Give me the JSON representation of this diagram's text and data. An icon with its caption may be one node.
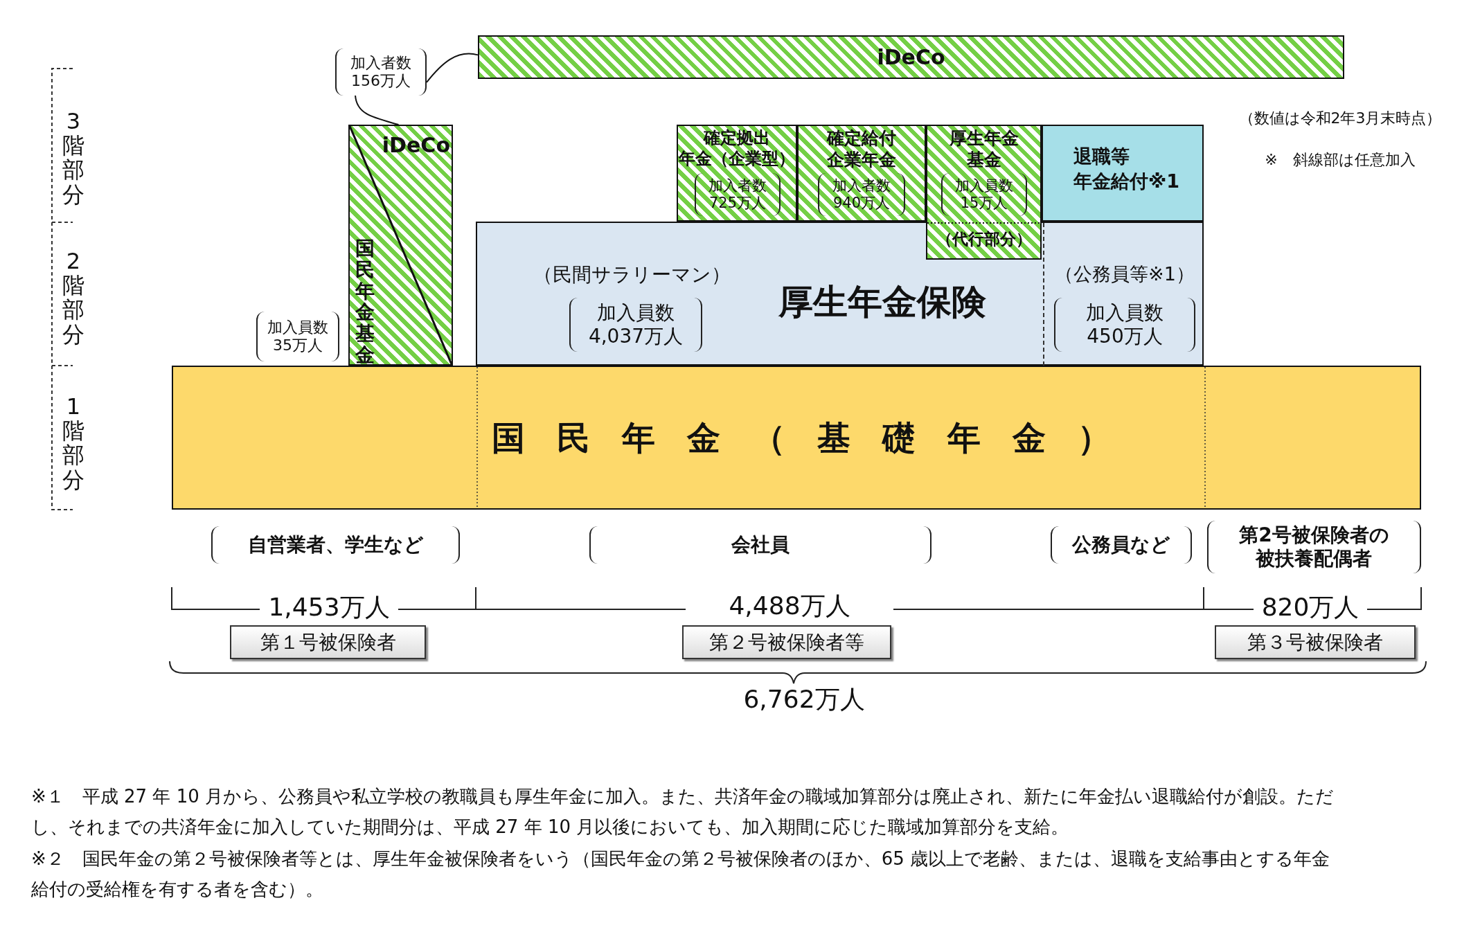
{
  "diagram": {
    "nodes": [
      {
        "text": [
          "加入者数 156万人"
        ]
      },
      {
        "text": [
          "iDeCo"
        ]
      },
      {
        "text": [
          "iDeCo",
          "国民年金基金"
        ]
      },
      {
        "text": [
          "確定拠出年金（企業型）",
          "加入者数 725万人"
        ]
      },
      {
        "text": [
          "確定給付企業年金",
          "加入者数 940万人"
        ]
      },
      {
        "text": [
          "厚生年金基金",
          "加入員数 15万人",
          "（代行部分）"
        ]
      },
      {
        "text": [
          "退職等年金給付※1"
        ]
      },
      {
        "text": [
          "（民間サラリーマン）",
          "加入員数 4,037万人",
          "厚生年金保険"
        ]
      },
      {
        "text": [
          "（公務員等※1）",
          "加入員数 450万人"
        ],
        "in": 7
      },
      {
        "text": [
          "国民年金（基礎年金）"
        ]
      },
      {
        "text": [
          "第１号被保険者"
        ]
      },
      {
        "text": [
          "第２号被保険者等"
        ]
      },
      {
        "text": [
          "第３号被保険者"
        ]
      }
    ],
    "edges": [
      {
        "from": 0,
        "to": 1,
        "arrow": "none"
      },
      {
        "from": 0,
        "to": 2,
        "arrow": "none"
      }
    ],
    "labels": [
      "3階部分",
      "2階部分",
      "1階部分",
      "（数値は令和2年3月末時点）",
      "※　斜線部は任意加入",
      "加入員数 35万人",
      "自営業者、学生など",
      "会社員",
      "公務員など",
      "第2号被保険者の被扶養配偶者",
      "1,453万人",
      "4,488万人",
      "820万人",
      "6,762万人",
      "※１　平成 27 年 10 月から、公務員や私立学校の教職員も厚生年金に加入。また、共済年金の職域加算部分は廃止され、新たに年金払い退職給付が創設。ただし、それまでの共済年金に加入していた期間分は、平成 27 年 10 月以後においても、加入期間に応じた職域加算部分を支給。",
      "※２　国民年金の第２号被保険者等とは、厚生年金被保険者をいう（国民年金の第２号被保険者のほか、65 歳以上で老齢、または、退職を支給事由とする年金給付の受給権を有する者を含む）。"
    ]
  }
}
